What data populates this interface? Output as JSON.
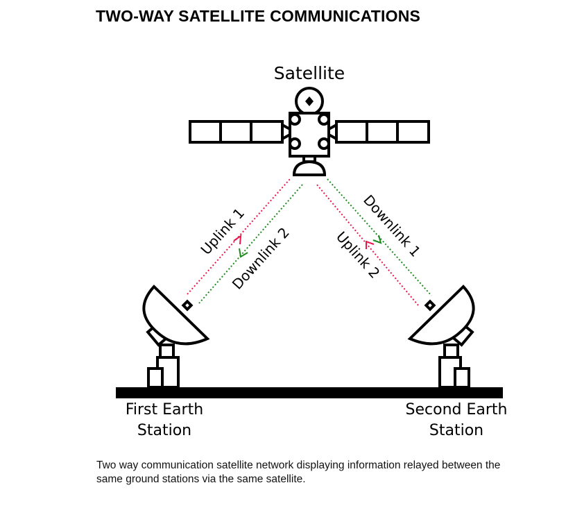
{
  "title": "TWO-WAY SATELLITE COMMUNICATIONS",
  "satellite_label": "Satellite",
  "links": {
    "uplink_1": "Uplink 1",
    "downlink_2": "Downlink 2",
    "downlink_1": "Downlink 1",
    "uplink_2": "Uplink 2"
  },
  "stations": {
    "first": {
      "line1": "First Earth",
      "line2": "Station"
    },
    "second": {
      "line1": "Second Earth",
      "line2": "Station"
    }
  },
  "caption": "Two way communication satellite network displaying information relayed between the same ground stations via the same satellite.",
  "colors": {
    "uplink": "#e8174a",
    "downlink": "#1c8a1c",
    "ink": "#000000"
  }
}
